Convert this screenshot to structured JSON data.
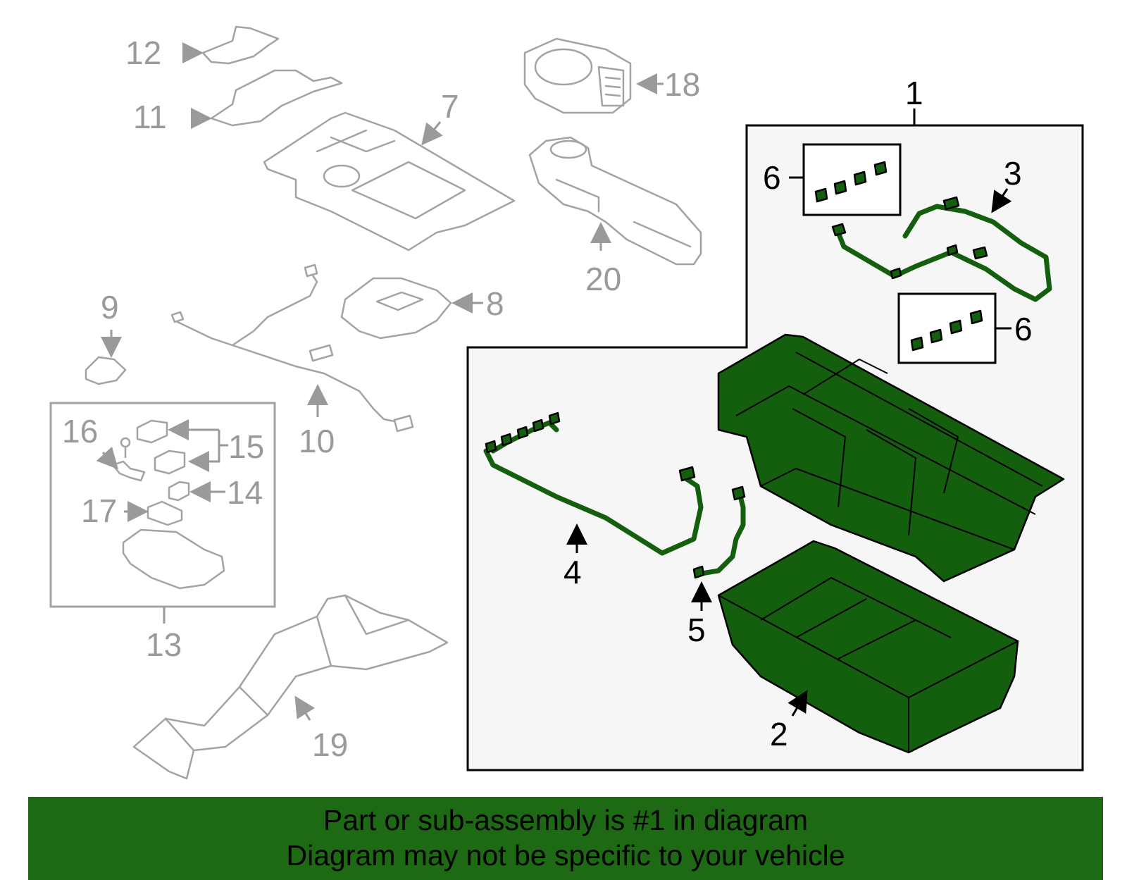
{
  "callouts": {
    "n1": "1",
    "n2": "2",
    "n3": "3",
    "n4": "4",
    "n5": "5",
    "n6a": "6",
    "n6b": "6",
    "n7": "7",
    "n8": "8",
    "n9": "9",
    "n10": "10",
    "n11": "11",
    "n12": "12",
    "n13": "13",
    "n14": "14",
    "n15": "15",
    "n16": "16",
    "n17": "17",
    "n18": "18",
    "n19": "19",
    "n20": "20"
  },
  "banner": {
    "line1": "Part or sub-assembly is #1 in diagram",
    "line2": "Diagram may not be specific to your vehicle"
  },
  "colors": {
    "highlight": "#145f0e",
    "banner": "#1e6a14",
    "grey_parts": "#a3a3a3",
    "assembly_panel": "#f6f6f6"
  }
}
